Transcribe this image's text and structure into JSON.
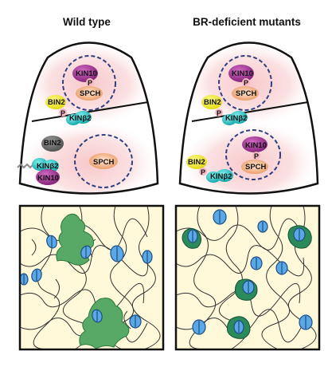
{
  "panels": {
    "left_title": "Wild type",
    "right_title": "BR-deficient mutants"
  },
  "labels": {
    "kin10": "KIN10",
    "spch": "SPCH",
    "bin2": "BIN2",
    "kinb2": "KINβ2",
    "p": "P"
  },
  "colors": {
    "kin10": "#9b2d8f",
    "spch": "#f0a878",
    "bin2": "#f4ef1e",
    "kinb2": "#1fbec0",
    "phospho": "#f5b9c4",
    "bin2_inactive": "#6b6b6b",
    "nucleus_border": "#2f3f82",
    "tissue": "#fff9d9",
    "stomata": "#5aa8e6",
    "cluster": "#2b8a5a",
    "spch_expression": "#58a866"
  }
}
